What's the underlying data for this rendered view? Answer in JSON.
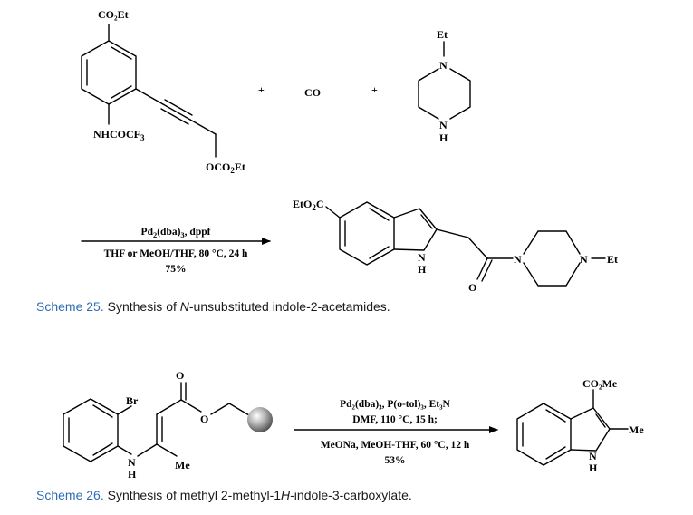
{
  "scheme25": {
    "reactant1": {
      "top_group": "CO₂Et",
      "nhgroup_pre": "NHCOCF",
      "nhgroup_sub": "3",
      "ester_pre": "OCO",
      "ester_sub": "2",
      "ester_post": "Et"
    },
    "plus1": "+",
    "co": "CO",
    "plus2": "+",
    "piperazine": {
      "top_label": "Et",
      "n_label": "N",
      "bottom_n": "N",
      "bottom_h": "H"
    },
    "conditions": {
      "line1_pre": "Pd",
      "line1_sub1": "2",
      "line1_mid": "(dba)",
      "line1_sub2": "3",
      "line1_post": ", dppf",
      "line2": "THF or MeOH/THF, 80 °C, 24 h",
      "yield": "75%"
    },
    "product": {
      "ester_pre": "EtO",
      "ester_sub": "2",
      "ester_post": "C",
      "nh_n": "N",
      "nh_h": "H",
      "carbonyl_o": "O",
      "amide_n": "N",
      "pip_n": "N",
      "et": "Et"
    },
    "caption_label": "Scheme 25.",
    "caption_pre": " Synthesis of ",
    "caption_italic": "N",
    "caption_post": "-unsubstituted indole-2-acetamides."
  },
  "scheme26": {
    "reactant": {
      "br": "Br",
      "carbonyl_o": "O",
      "ester_o": "O",
      "nh_n": "N",
      "nh_h": "H",
      "me": "Me"
    },
    "conditions": {
      "line1": "Pd₂(dba)₃, P(o-tol)₃, Et₃N",
      "line2": "DMF, 110 °C, 15 h;",
      "line3": "MeONa, MeOH-THF, 60 °C, 12 h",
      "yield": "53%"
    },
    "product": {
      "ester": "CO₂Me",
      "me": "Me",
      "nh_n": "N",
      "nh_h": "H"
    },
    "caption_label": "Scheme 26.",
    "caption_pre": " Synthesis of methyl 2-methyl-1",
    "caption_italic": "H",
    "caption_post": "-indole-3-carboxylate."
  },
  "colors": {
    "caption_label": "#2e6db4",
    "text": "#1a1a1a",
    "bead_highlight": "#ffffff",
    "bead_shadow": "#4a4a4a"
  }
}
